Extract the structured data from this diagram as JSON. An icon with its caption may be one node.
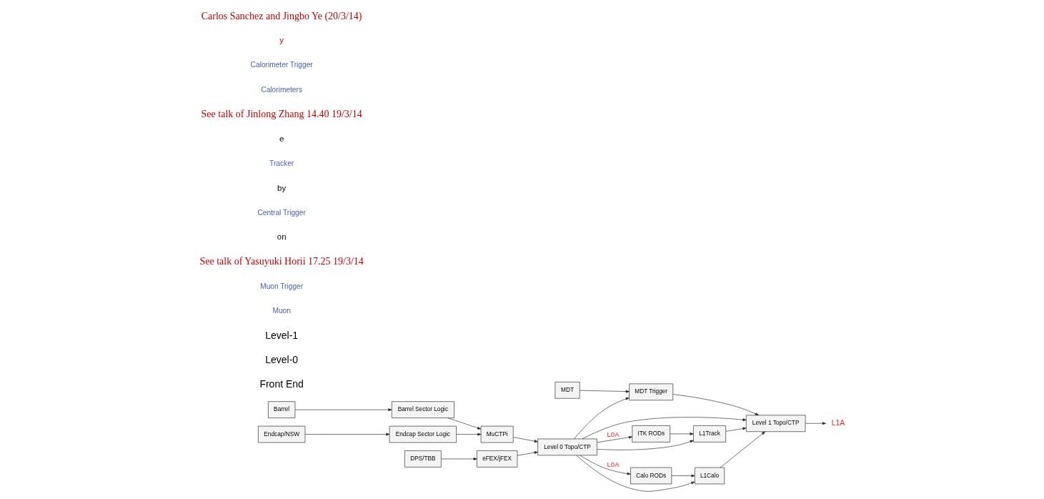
{
  "diagram": {
    "nodes": [
      {
        "text": [
          "MDT"
        ]
      },
      {
        "text": [
          "Barrel"
        ]
      },
      {
        "text": [
          "Endcap/NSW"
        ]
      },
      {
        "text": [
          "Barrel Sector Logic"
        ]
      },
      {
        "text": [
          "Endcap Sector Logic"
        ]
      },
      {
        "text": [
          "MuCTPi"
        ]
      },
      {
        "text": [
          "MDT Trigger"
        ]
      },
      {
        "text": [
          "Level 0 Topo/CTP"
        ]
      },
      {
        "text": [
          "Level 1 Topo/CTP"
        ]
      },
      {
        "text": [
          "ITK RODs"
        ]
      },
      {
        "text": [
          "L1Track"
        ]
      },
      {
        "text": [
          "DPS/TBB"
        ]
      },
      {
        "text": [
          "eFEX/jFEX"
        ]
      },
      {
        "text": [
          "Calo RODs"
        ]
      },
      {
        "text": [
          "L1Calo"
        ]
      },
      {
        "text": [
          "L1A"
        ]
      }
    ],
    "edges": [
      {
        "from": 0,
        "to": 6,
        "arrow": "to"
      },
      {
        "from": 1,
        "to": 3,
        "arrow": "to"
      },
      {
        "from": 2,
        "to": 4,
        "arrow": "to"
      },
      {
        "from": 3,
        "to": 5,
        "arrow": "to"
      },
      {
        "from": 4,
        "to": 5,
        "arrow": "to"
      },
      {
        "from": 5,
        "to": 7,
        "arrow": "to"
      },
      {
        "from": 7,
        "to": 6,
        "arrow": "to"
      },
      {
        "from": 7,
        "to": 8,
        "arrow": "to"
      },
      {
        "from": 7,
        "to": 10,
        "arrow": "to"
      },
      {
        "from": 7,
        "to": 14,
        "arrow": "to"
      },
      {
        "from": 6,
        "to": 8,
        "arrow": "to"
      },
      {
        "from": 10,
        "to": 8,
        "arrow": "to"
      },
      {
        "from": 14,
        "to": 8,
        "arrow": "to"
      },
      {
        "from": 7,
        "to": 9,
        "arrow": "to",
        "label": "L0A"
      },
      {
        "from": 7,
        "to": 13,
        "arrow": "to",
        "label": "L0A"
      },
      {
        "from": 9,
        "to": 10,
        "arrow": "to"
      },
      {
        "from": 11,
        "to": 12,
        "arrow": "to"
      },
      {
        "from": 12,
        "to": 7,
        "arrow": "to"
      },
      {
        "from": 13,
        "to": 14,
        "arrow": "to"
      },
      {
        "from": 8,
        "to": 15,
        "arrow": "to"
      }
    ],
    "labels": [
      "Front End",
      "Level-0",
      "Level-1",
      "Muon",
      "Muon Trigger",
      "See talk of Yasuyuki Horii 17.25 19/3/14",
      "on",
      "Central Trigger",
      "by",
      "Tracker",
      "e",
      "See talk of Jinlong Zhang 14.40 19/3/14",
      "Calorimeters",
      "Calorimeter Trigger",
      "y",
      "Carlos Sanchez and Jingbo Ye (20/3/14)"
    ]
  }
}
